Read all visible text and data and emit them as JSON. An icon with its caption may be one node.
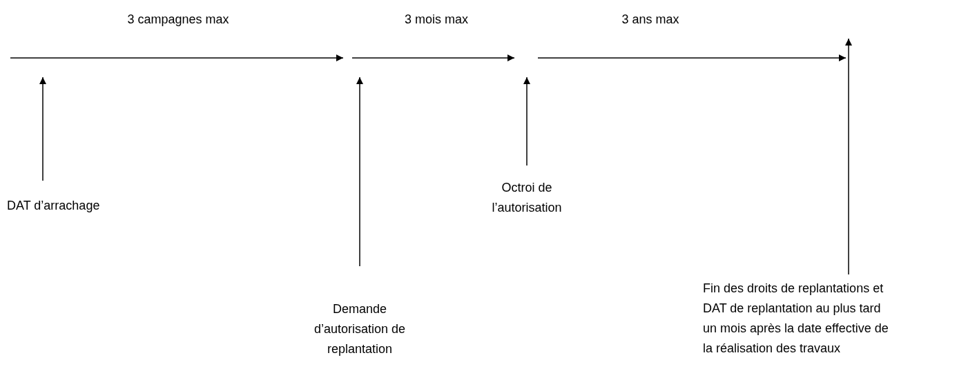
{
  "diagram": {
    "nodes": [
      {
        "text": [
          "DAT d’arrachage"
        ]
      },
      {
        "text": [
          "Demande d’autorisation de replantation"
        ]
      },
      {
        "text": [
          "Octroi de l’autorisation"
        ]
      },
      {
        "text": [
          "Fin des droits de replantations et DAT de replantation au plus tard un mois après la date effective de la réalisation des travaux"
        ]
      }
    ],
    "edges": [
      {
        "from": 0,
        "to": null,
        "arrow": "to"
      },
      {
        "from": 1,
        "to": null,
        "arrow": "to"
      },
      {
        "from": 2,
        "to": null,
        "arrow": "to"
      },
      {
        "from": 3,
        "to": null,
        "arrow": "to"
      }
    ],
    "labels": [
      "3 campagnes max",
      "3 mois max",
      "3 ans max"
    ]
  }
}
